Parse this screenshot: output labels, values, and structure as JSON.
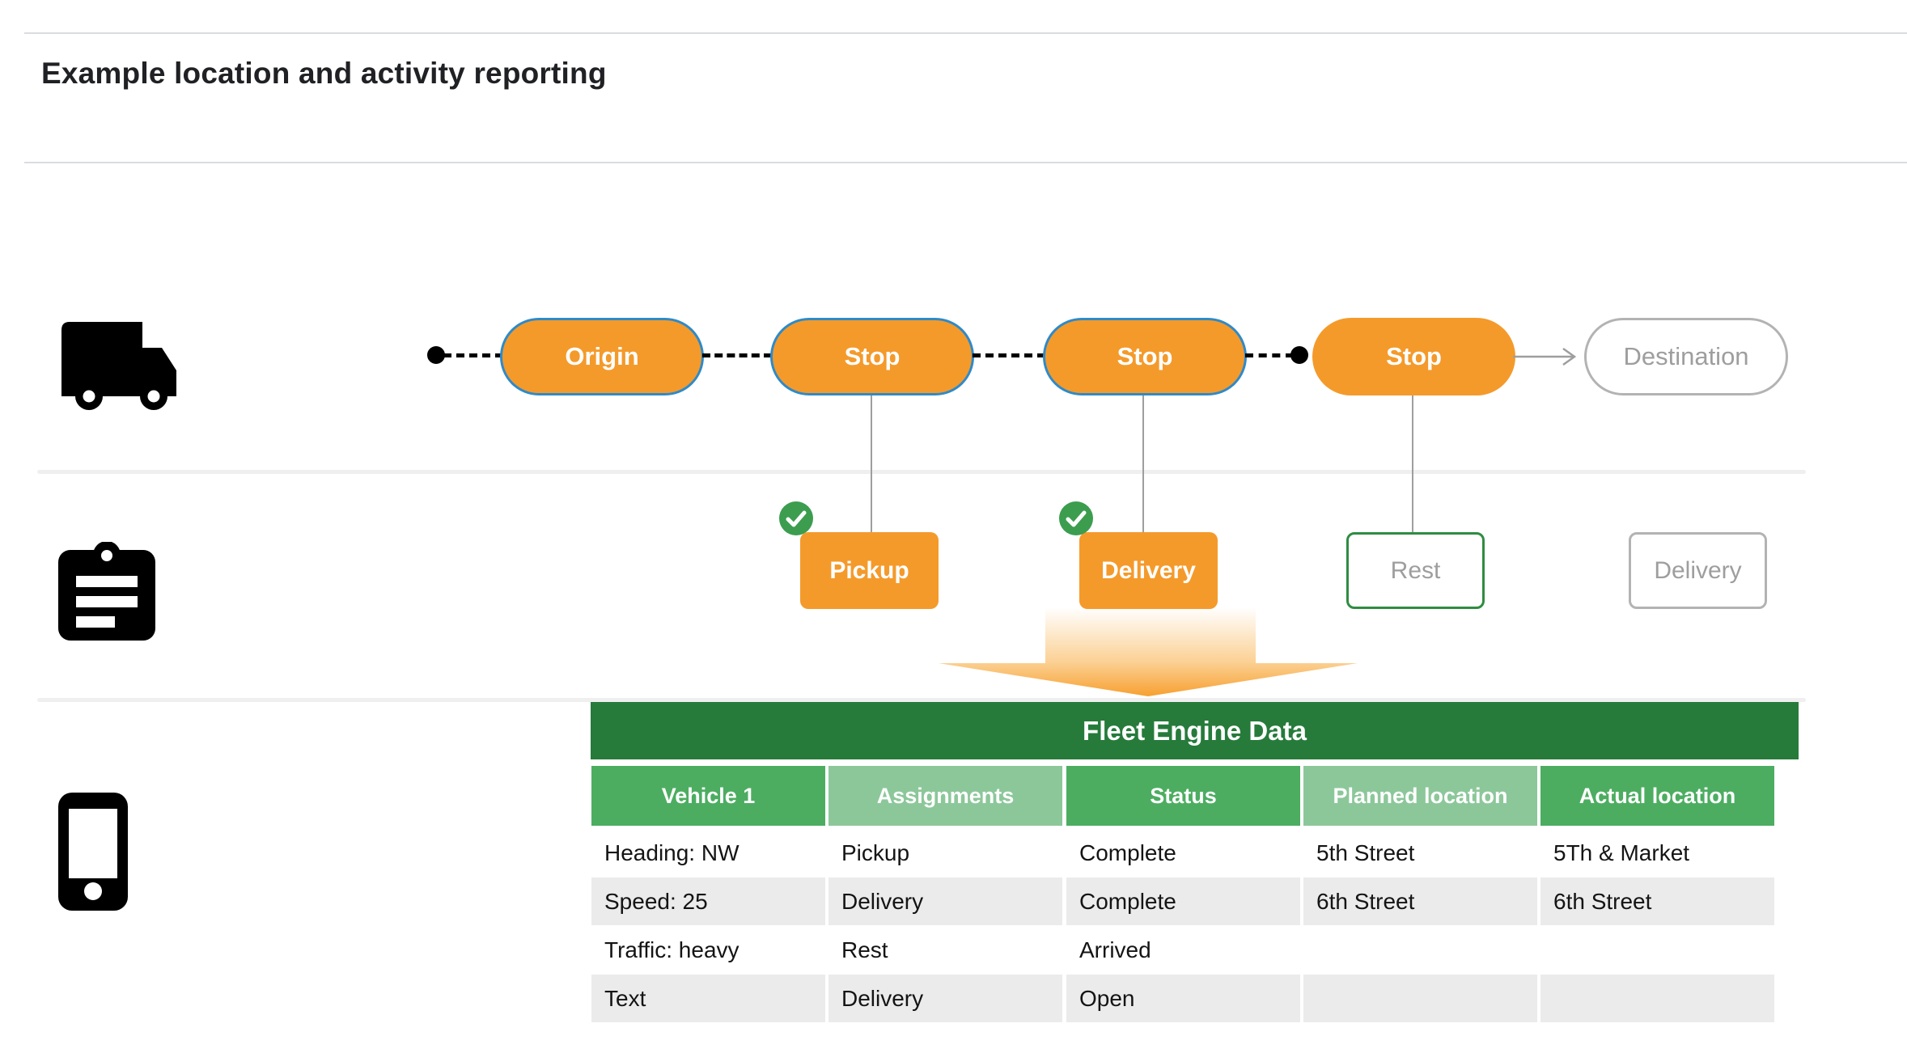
{
  "header": {
    "title": "Example location and activity reporting"
  },
  "colors": {
    "orange": "#F49A2B",
    "pill_border_blue": "#2E8AC9",
    "dark_green": "#267B3B",
    "medium_green": "#4CAD61",
    "light_green": "#8CC79A",
    "check_green": "#3C9D4F",
    "rest_border_green": "#2F8C42",
    "gray_text": "#9E9E9E",
    "row_gray": "#EBEBEB"
  },
  "lanes": {
    "route_icon": "truck-icon",
    "activity_icon": "clipboard-icon",
    "data_icon": "phone-icon"
  },
  "route": {
    "nodes": [
      {
        "label": "Origin"
      },
      {
        "label": "Stop"
      },
      {
        "label": "Stop"
      },
      {
        "label": "Stop"
      },
      {
        "label": "Destination"
      }
    ]
  },
  "activities": [
    {
      "label": "Pickup",
      "checked": true
    },
    {
      "label": "Delivery",
      "checked": true
    },
    {
      "label": "Rest",
      "checked": false
    },
    {
      "label": "Delivery",
      "checked": false
    }
  ],
  "table": {
    "title": "Fleet Engine Data",
    "columns": [
      "Vehicle 1",
      "Assignments",
      "Status",
      "Planned location",
      "Actual location"
    ],
    "rows": [
      [
        "Heading: NW",
        "Pickup",
        "Complete",
        "5th Street",
        "5Th & Market"
      ],
      [
        "Speed: 25",
        "Delivery",
        "Complete",
        "6th Street",
        "6th Street"
      ],
      [
        "Traffic: heavy",
        "Rest",
        "Arrived",
        "",
        ""
      ],
      [
        "Text",
        "Delivery",
        "Open",
        "",
        ""
      ]
    ]
  }
}
